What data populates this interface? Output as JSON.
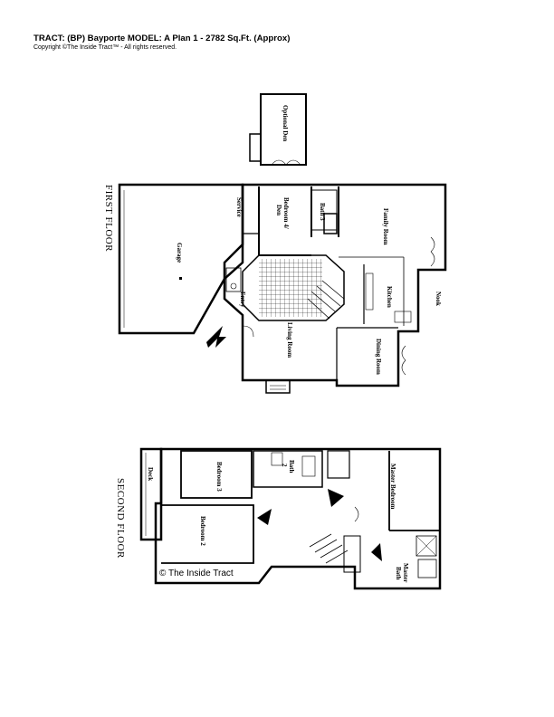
{
  "header": {
    "title": "TRACT: (BP) Bayporte   MODEL: A Plan 1  -  2782 Sq.Ft. (Approx)",
    "copyright": "Copyright  ©The Inside Tract™ - All rights reserved."
  },
  "floors": {
    "first": "FIRST FLOOR",
    "second": "SECOND FLOOR"
  },
  "rooms_first": {
    "optional_den": "Optional Den",
    "garage": "Garage",
    "service": "Service",
    "bedroom4": "Bedroom 4/",
    "bedroom4_den": "Den",
    "bath3": "Bath 3",
    "family_room": "Family Room",
    "kitchen": "Kitchen",
    "nook": "Nook",
    "entry": "Entry",
    "living_room": "Living Room",
    "dining_room": "Dining Room"
  },
  "rooms_second": {
    "deck": "Deck",
    "bedroom3": "Bedroom 3",
    "bedroom2": "Bedroom 2",
    "bath2": "Bath",
    "bath2_num": "2",
    "master_bedroom": "Master Bedroom",
    "master_bath": "Master",
    "master_bath_2": "Bath"
  },
  "credit": "© The Inside Tract",
  "icons": [
    "entry-arrow-icon",
    "stair-icon",
    "fireplace-icon",
    "door-swing-icon"
  ]
}
